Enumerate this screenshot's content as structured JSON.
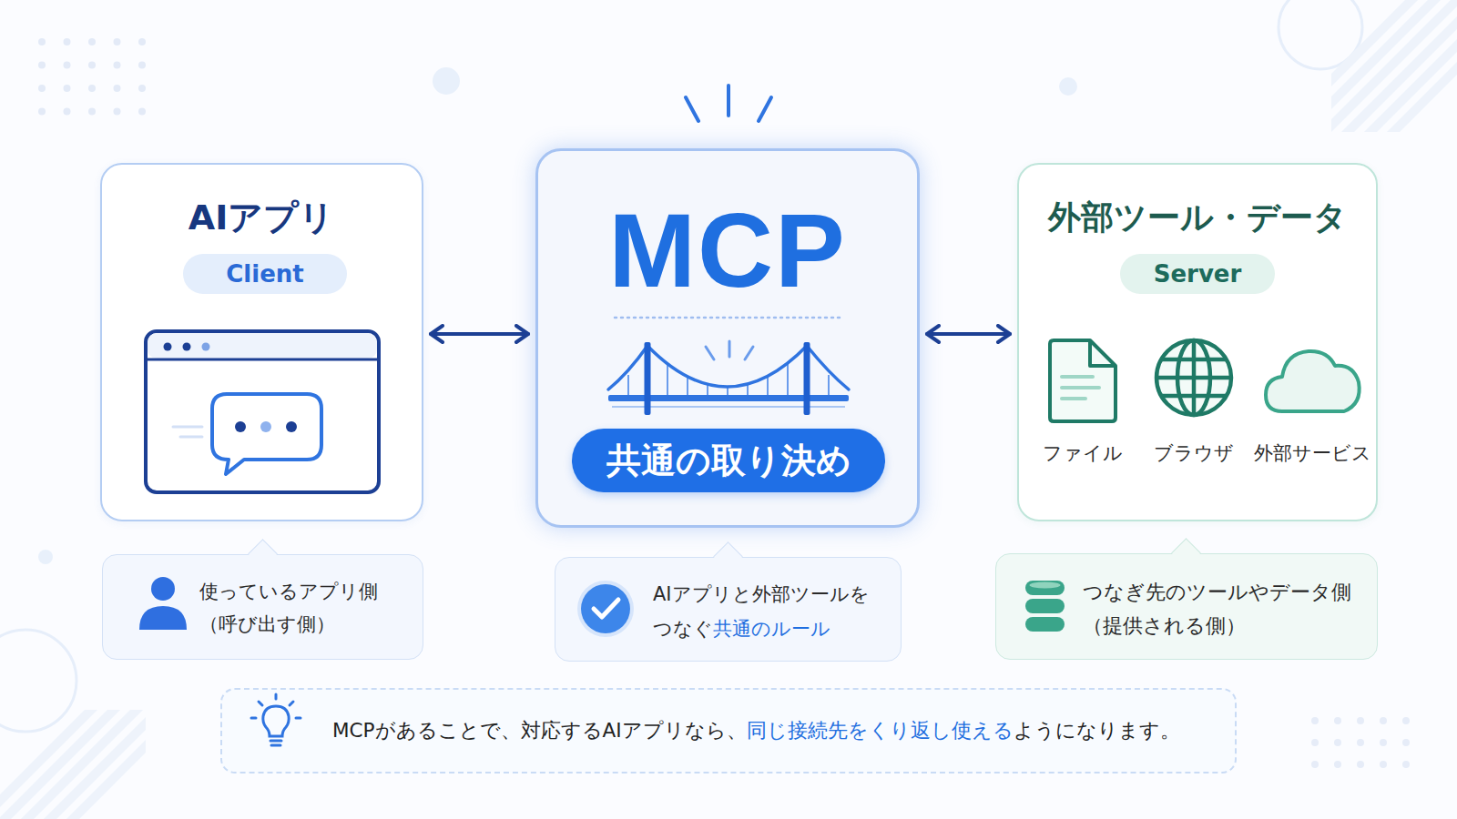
{
  "diagram": {
    "nodes": [
      {
        "text": [
          "AIアプリ"
        ]
      },
      {
        "text": [
          "Client"
        ],
        "in": 0
      },
      {
        "text": [
          "MCP"
        ]
      },
      {
        "text": [
          "共通の取り決め"
        ],
        "in": 2
      },
      {
        "text": [
          "外部ツール・データ"
        ]
      },
      {
        "text": [
          "Server"
        ],
        "in": 4
      },
      {
        "text": [
          "使っているアプリ側 （呼び出す側）"
        ]
      },
      {
        "text": [
          "AIアプリと外部ツールを つなぐ",
          "共通のルール"
        ]
      },
      {
        "text": [
          "つなぎ先のツールやデータ側 （提供される側）"
        ]
      },
      {
        "text": [
          "MCPがあることで、対応するAIアプリなら、",
          "同じ接続先をくり返し使える",
          "ようになります。"
        ]
      }
    ],
    "edges": [
      {
        "from": 0,
        "to": 2,
        "arrow": "both"
      },
      {
        "from": 2,
        "to": 4,
        "arrow": "both"
      }
    ],
    "labels": [
      "ファイル",
      "ブラウザ",
      "外部サービス"
    ]
  }
}
